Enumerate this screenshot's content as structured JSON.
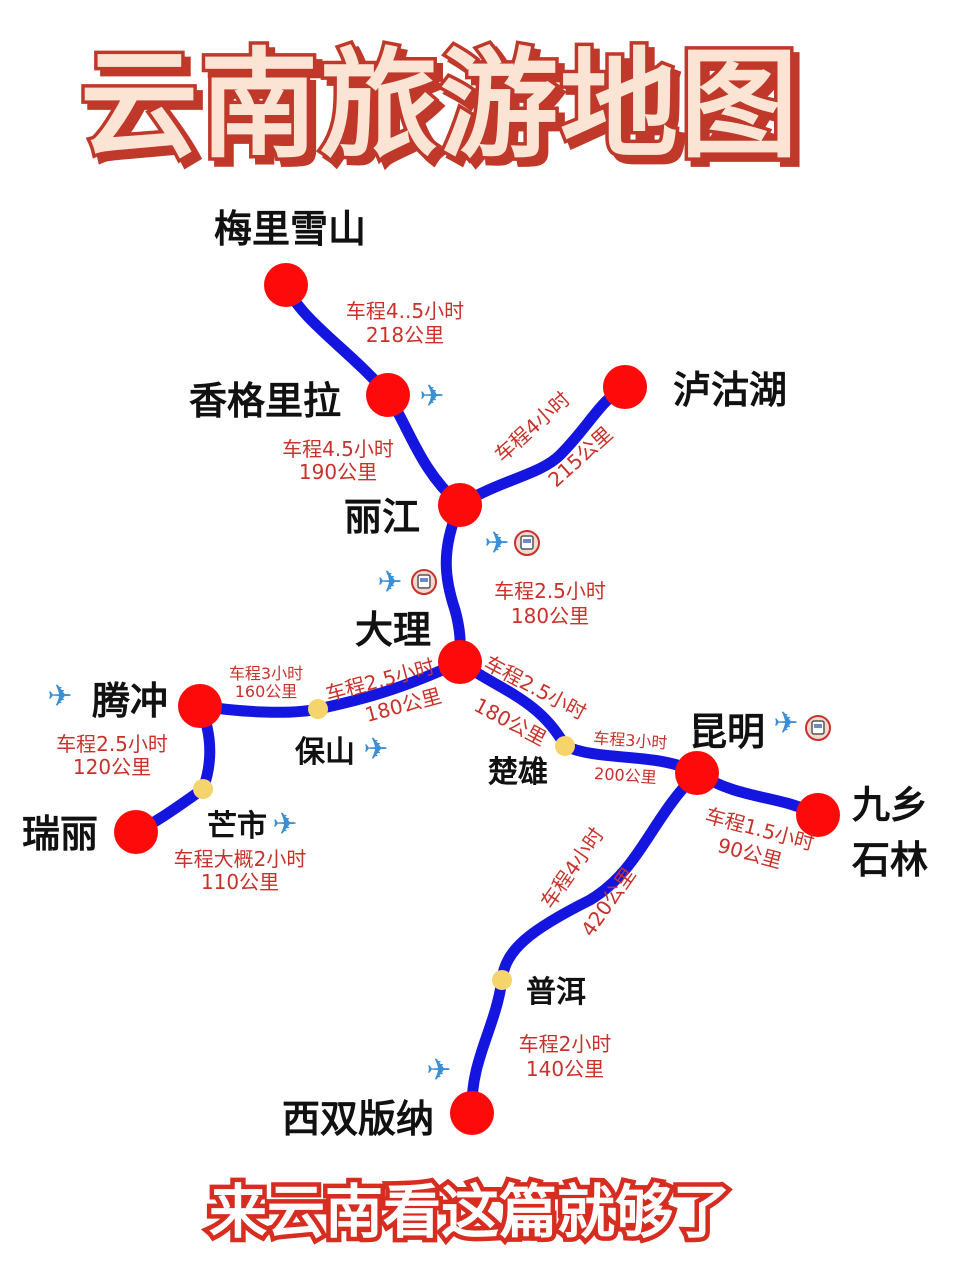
{
  "title": "云南旅游地图",
  "slogan": "来云南看这篇就够了",
  "colors": {
    "route": "#1515e0",
    "major_node": "#ff0a0a",
    "minor_node": "#f6d46c",
    "distance_text": "#c8322a",
    "title_fill": "#fbe4d4",
    "title_stroke": "#c0392b",
    "plane": "#3a8fd6"
  },
  "places": {
    "meili": "梅里雪山",
    "shangrila": "香格里拉",
    "lijiang": "丽江",
    "lugu": "泸沽湖",
    "dali": "大理",
    "tengchong": "腾冲",
    "baoshan": "保山",
    "ruili": "瑞丽",
    "mangshi": "芒市",
    "chuxiong": "楚雄",
    "kunming": "昆明",
    "jiuxiang_1": "九乡",
    "jiuxiang_2": "石林",
    "puer": "普洱",
    "xishuangbanna": "西双版纳"
  },
  "routes": {
    "meili_shangrila": {
      "time": "车程4..5小时",
      "distance": "218公里"
    },
    "shangrila_lijiang": {
      "time": "车程4.5小时",
      "distance": "190公里"
    },
    "lijiang_lugu": {
      "time": "车程4小时",
      "distance": "215公里"
    },
    "lijiang_dali": {
      "time": "车程2.5小时",
      "distance": "180公里"
    },
    "tengchong_baoshan": {
      "time": "车程3小时",
      "distance": "160公里"
    },
    "baoshan_dali": {
      "time": "车程2.5小时",
      "distance": "180公里"
    },
    "dali_chuxiong": {
      "time": "车程2.5小时",
      "distance": "180公里"
    },
    "chuxiong_kunming": {
      "time": "车程3小时",
      "distance": "200公里"
    },
    "kunming_jiuxiang": {
      "time": "车程1.5小时",
      "distance": "90公里"
    },
    "kunming_puer": {
      "time": "车程4小时",
      "distance": "420公里"
    },
    "tengchong_ruili": {
      "time": "车程2.5小时",
      "distance": "120公里"
    },
    "mangshi_ruili": {
      "time": "车程大概2小时",
      "distance": "110公里"
    },
    "puer_xishuangbanna": {
      "time": "车程2小时",
      "distance": "140公里"
    }
  },
  "icons": {
    "plane": "✈",
    "train": "train-icon"
  }
}
